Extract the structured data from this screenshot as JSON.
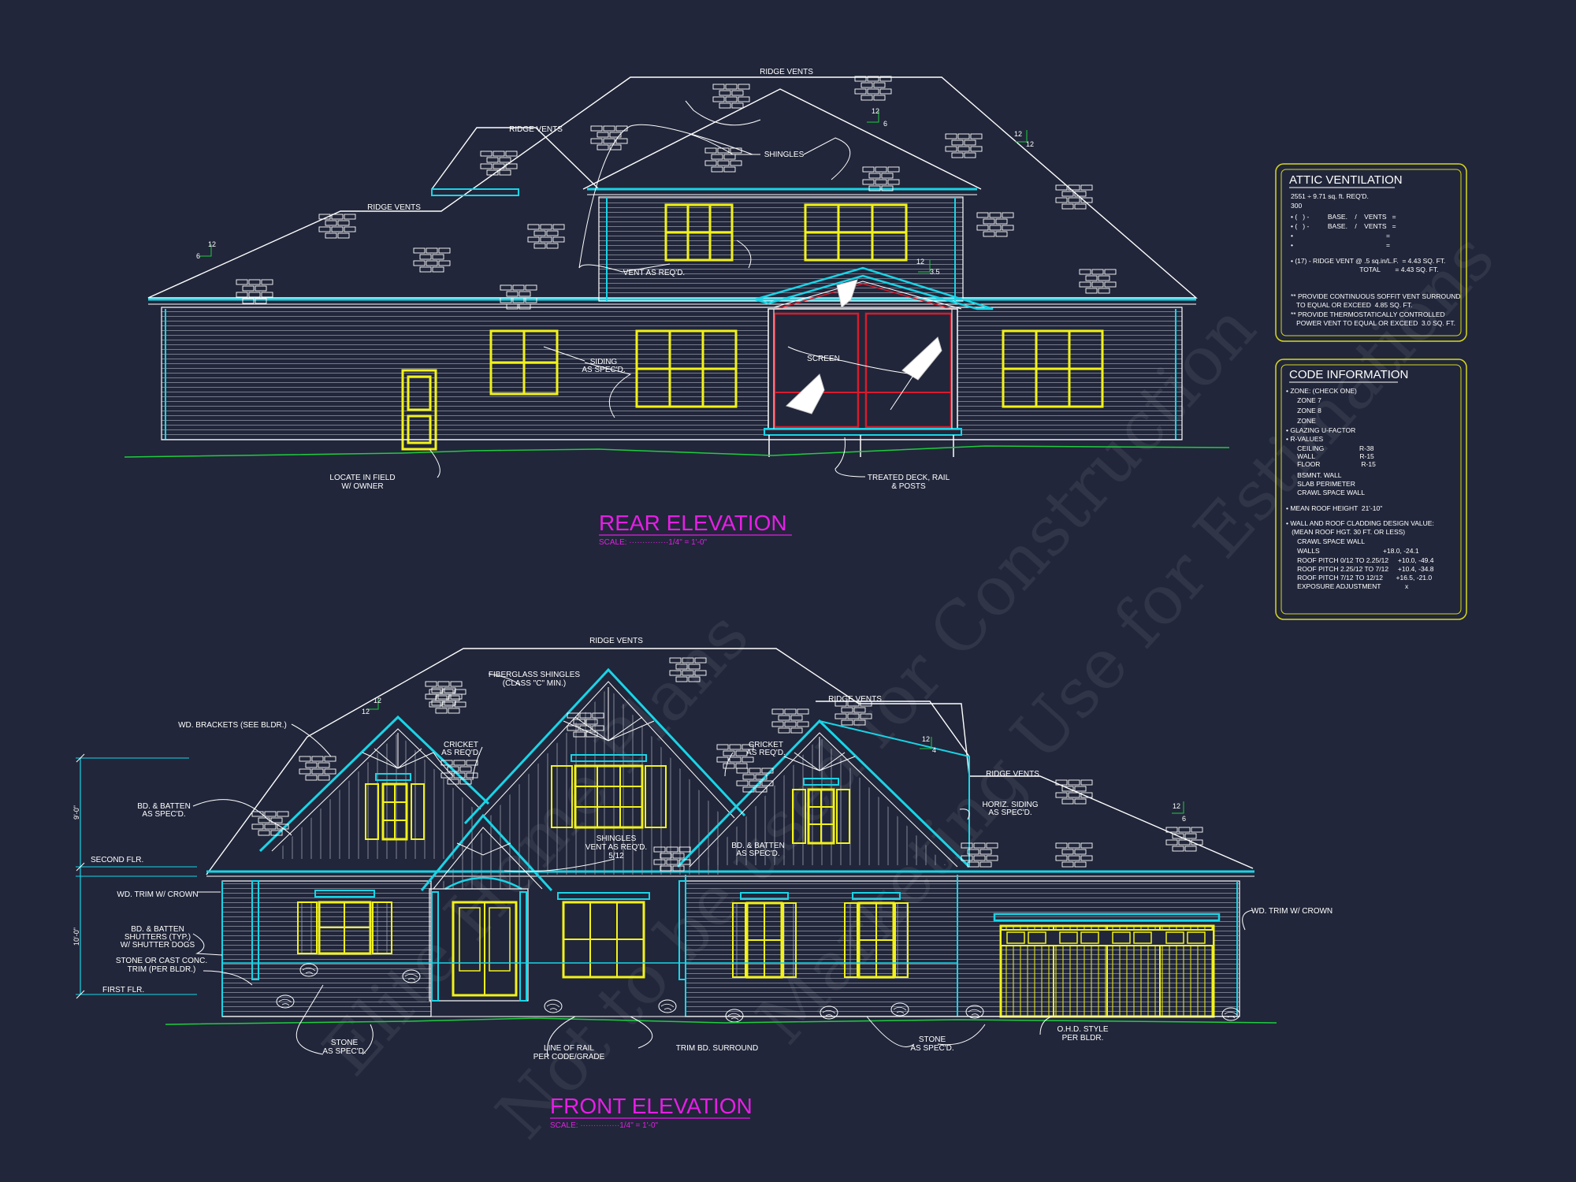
{
  "colors": {
    "background": "#21263a",
    "outline": "#ffffff",
    "trim": "#19d4e6",
    "window": "#f2f21a",
    "ground": "#1fcc3f",
    "title": "#e61ee6",
    "panel_border": "#d8d81c",
    "screen_red": "#d61c2c"
  },
  "rear": {
    "title": "REAR ELEVATION",
    "scale": "SCALE: ···············1/4\" = 1'-0\"",
    "labels": {
      "ridge_vents_top": "RIDGE VENTS",
      "ridge_vents_mid": "RIDGE VENTS",
      "ridge_vents_left": "RIDGE VENTS",
      "shingles": "SHINGLES",
      "vent": "VENT AS REQ'D.",
      "siding1": "SIDING",
      "siding2": "AS SPEC'D.",
      "screen": "SCREEN",
      "locate1": "LOCATE IN FIELD",
      "locate2": "W/ OWNER",
      "deck1": "TREATED DECK, RAIL",
      "deck2": "& POSTS"
    },
    "pitch": {
      "a_rise": "12",
      "a_run": "6",
      "b_rise": "12",
      "b_run": "6",
      "c_rise": "12",
      "c_run": "12",
      "d_rise": "12",
      "d_run": "3.5"
    }
  },
  "front": {
    "title": "FRONT ELEVATION",
    "scale": "SCALE: ···············1/4\" = 1'-0\"",
    "labels": {
      "ridge_vents_top": "RIDGE VENTS",
      "fiberglass1": "FIBERGLASS SHINGLES",
      "fiberglass2": "(CLASS \"C\" MIN.)",
      "ridge_vents_mid": "RIDGE VENTS",
      "ridge_vents_right": "RIDGE VENTS",
      "brackets": "WD. BRACKETS (SEE BLDR.)",
      "cricket_l1": "CRICKET",
      "cricket_l2": "AS REQ'D.",
      "cricket_r1": "CRICKET",
      "cricket_r2": "AS REQ'D.",
      "bd_batten_l1": "BD. & BATTEN",
      "bd_batten_l2": "AS SPEC'D.",
      "second_flr": "SECOND FLR.",
      "first_flr": "FIRST FLR.",
      "wd_trim_l": "WD. TRIM W/ CROWN",
      "shutters1": "BD. & BATTEN",
      "shutters2": "SHUTTERS (TYP.)",
      "shutters3": "W/ SHUTTER DOGS",
      "stone_trim1": "STONE OR CAST CONC.",
      "stone_trim2": "TRIM (PER BLDR.)",
      "shingles1": "SHINGLES",
      "shingles2": "VENT AS REQ'D.",
      "shingles3": "5/12",
      "bd_batten_c1": "BD. & BATTEN",
      "bd_batten_c2": "AS SPEC'D.",
      "horiz1": "HORIZ. SIDING",
      "horiz2": "AS SPEC'D.",
      "wd_trim_r": "WD. TRIM W/ CROWN",
      "stone_l1": "STONE",
      "stone_l2": "AS SPEC'D.",
      "rail1": "LINE OF RAIL",
      "rail2": "PER CODE/GRADE",
      "trim_bd": "TRIM BD. SURROUND",
      "stone_r1": "STONE",
      "stone_r2": "AS SPEC'D.",
      "ohd1": "O.H.D. STYLE",
      "ohd2": "PER BLDR."
    },
    "dims": {
      "upper": "9'-0\"",
      "lower": "10'-0\""
    },
    "pitch": {
      "a_rise": "12",
      "a_run": "12",
      "b_rise": "12",
      "b_run": "4",
      "c_rise": "12",
      "c_run": "6"
    }
  },
  "attic_panel": {
    "title": "ATTIC VENTILATION",
    "lines": [
      "2551 ÷ 9.71 sq. ft. REQ'D.",
      "300",
      "• (   ) -          BASE.    /    VENTS   =",
      "• (   ) -          BASE.    /    VENTS   =",
      "•                                                  =",
      "•                                                  =",
      "• (17) - RIDGE VENT @ .5 sq.in/L.F.  = 4.43 SQ. FT.",
      "                                     TOTAL        = 4.43 SQ. FT."
    ],
    "notes": [
      "** PROVIDE CONTINUOUS SOFFIT VENT SURROUND",
      "   TO EQUAL OR EXCEED  4.85 SQ. FT.",
      "** PROVIDE THERMOSTATICALLY CONTROLLED",
      "   POWER VENT TO EQUAL OR EXCEED  3.0 SQ. FT."
    ]
  },
  "code_panel": {
    "title": "CODE INFORMATION",
    "lines": [
      "• ZONE: (CHECK ONE)",
      "      ZONE 7",
      "      ZONE 8",
      "      ZONE",
      "• GLAZING U-FACTOR",
      "• R-VALUES",
      "      CEILING                   R-38",
      "      WALL                        R-15",
      "      FLOOR                      R-15",
      "      BSMNT. WALL",
      "      SLAB PERIMETER",
      "      CRAWL SPACE WALL",
      "• MEAN ROOF HEIGHT  21'-10\"",
      "• WALL AND ROOF CLADDING DESIGN VALUE:",
      "   (MEAN ROOF HGT. 30 FT. OR LESS)",
      "      CRAWL SPACE WALL",
      "      WALLS                                  +18.0, -24.1",
      "      ROOF PITCH 0/12 TO 2.25/12     +10.0, -49.4",
      "      ROOF PITCH 2.25/12 TO 7/12     +10.4, -34.8",
      "      ROOF PITCH 7/12 TO 12/12       +16.5, -21.0",
      "      EXPOSURE ADJUSTMENT             x"
    ]
  },
  "watermark": {
    "line1": "Elite Home Plans",
    "line2": "Not to be used for Construction",
    "line3": "Marketing Use for Estimations"
  }
}
